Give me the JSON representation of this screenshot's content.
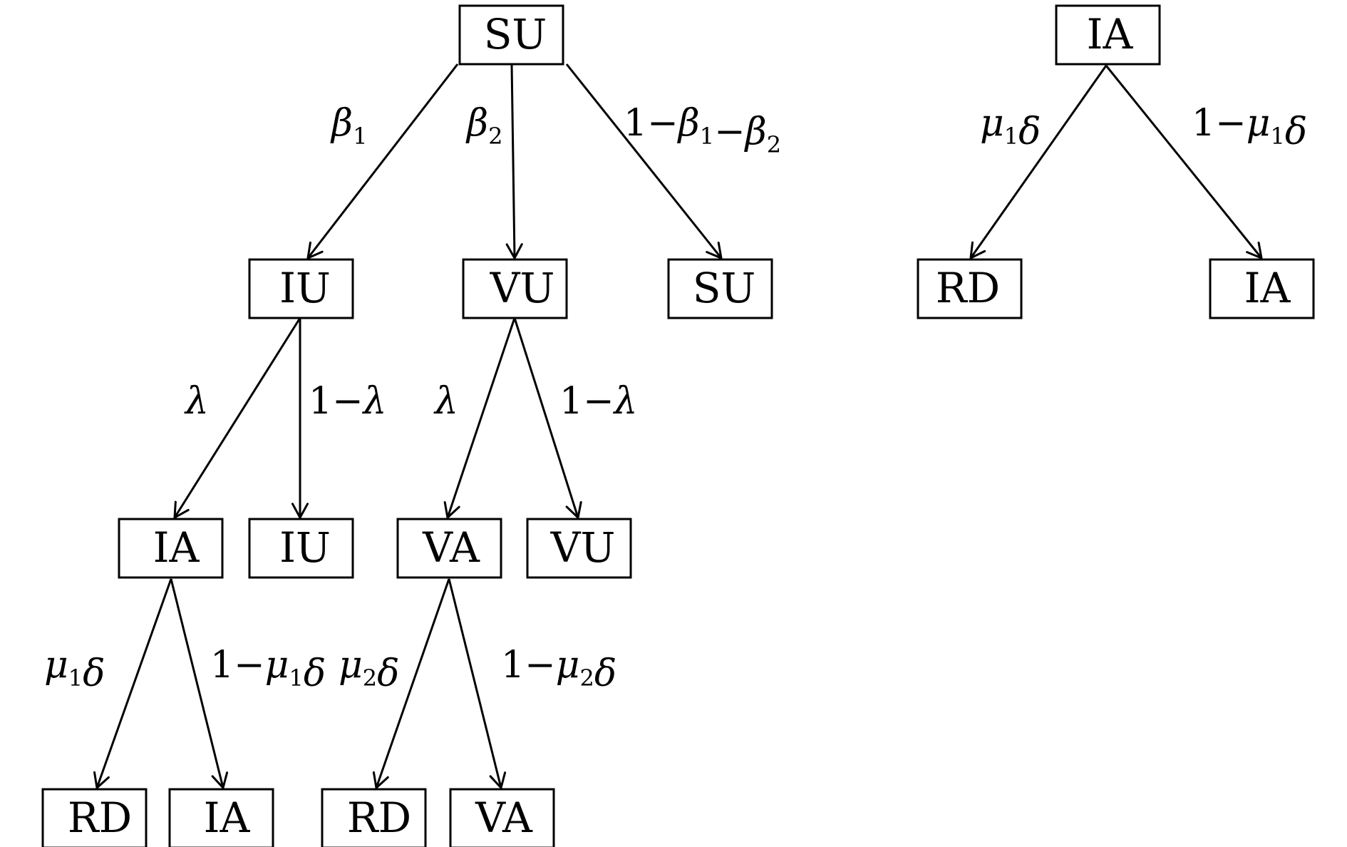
{
  "nodes": {
    "n1": "SU",
    "n2": "IU",
    "n3": "VU",
    "n4": "SU",
    "n5": "IA",
    "n6": "IU",
    "n7": "VA",
    "n8": "VU",
    "n9": "RD",
    "n10": "IA",
    "n11": "RD",
    "n12": "VA",
    "n13": "IA",
    "n14": "RD",
    "n15": "IA"
  },
  "edges": [
    {
      "from": "n1",
      "to": "n2",
      "label": [
        [
          "it",
          "β"
        ],
        [
          "sub",
          "1"
        ]
      ]
    },
    {
      "from": "n1",
      "to": "n3",
      "label": [
        [
          "it",
          "β"
        ],
        [
          "sub",
          "2"
        ]
      ]
    },
    {
      "from": "n1",
      "to": "n4",
      "label": [
        [
          "n",
          "1−"
        ],
        [
          "it",
          "β"
        ],
        [
          "sub",
          "1"
        ],
        [
          "n",
          "−"
        ],
        [
          "it",
          "β"
        ],
        [
          "sub",
          "2"
        ]
      ]
    },
    {
      "from": "n2",
      "to": "n5",
      "label": [
        [
          "it",
          "λ"
        ]
      ]
    },
    {
      "from": "n2",
      "to": "n6",
      "label": [
        [
          "n",
          "1−"
        ],
        [
          "it",
          "λ"
        ]
      ]
    },
    {
      "from": "n3",
      "to": "n7",
      "label": [
        [
          "it",
          "λ"
        ]
      ]
    },
    {
      "from": "n3",
      "to": "n8",
      "label": [
        [
          "n",
          "1−"
        ],
        [
          "it",
          "λ"
        ]
      ]
    },
    {
      "from": "n5",
      "to": "n9",
      "label": [
        [
          "it",
          "μ"
        ],
        [
          "sub",
          "1"
        ],
        [
          "it",
          "δ"
        ]
      ]
    },
    {
      "from": "n5",
      "to": "n10",
      "label": [
        [
          "n",
          "1−"
        ],
        [
          "it",
          "μ"
        ],
        [
          "sub",
          "1"
        ],
        [
          "it",
          "δ"
        ]
      ]
    },
    {
      "from": "n7",
      "to": "n11",
      "label": [
        [
          "it",
          "μ"
        ],
        [
          "sub",
          "2"
        ],
        [
          "it",
          "δ"
        ]
      ]
    },
    {
      "from": "n7",
      "to": "n12",
      "label": [
        [
          "n",
          "1−"
        ],
        [
          "it",
          "μ"
        ],
        [
          "sub",
          "2"
        ],
        [
          "it",
          "δ"
        ]
      ]
    },
    {
      "from": "n13",
      "to": "n14",
      "label": [
        [
          "it",
          "μ"
        ],
        [
          "sub",
          "1"
        ],
        [
          "it",
          "δ"
        ]
      ]
    },
    {
      "from": "n13",
      "to": "n15",
      "label": [
        [
          "n",
          "1−"
        ],
        [
          "it",
          "μ"
        ],
        [
          "sub",
          "1"
        ],
        [
          "it",
          "δ"
        ]
      ]
    }
  ]
}
